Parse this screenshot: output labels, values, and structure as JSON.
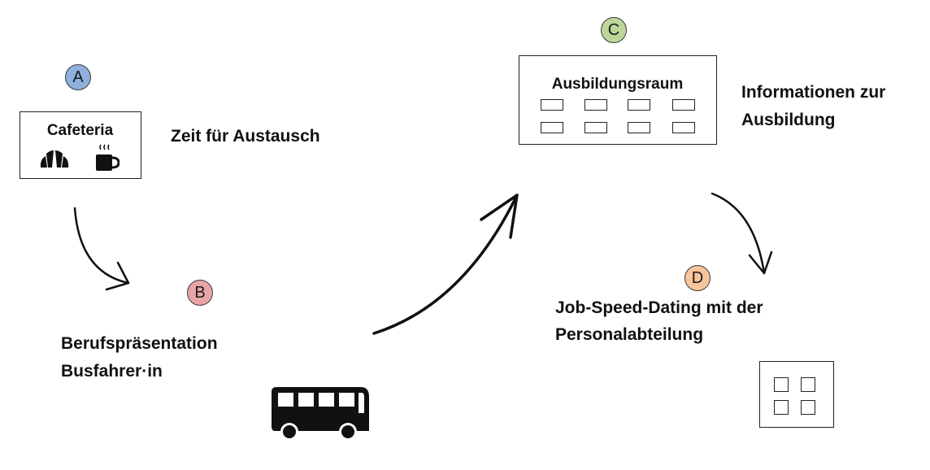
{
  "steps": {
    "a": {
      "letter": "A",
      "color": "#8fb0de"
    },
    "b": {
      "letter": "B",
      "color": "#e9a5a5"
    },
    "c": {
      "letter": "C",
      "color": "#bcd79a"
    },
    "d": {
      "letter": "D",
      "color": "#f7c79b"
    }
  },
  "cafeteria": {
    "title": "Cafeteria",
    "description": "Zeit für Austausch"
  },
  "presentation": {
    "line1": "Berufspräsentation",
    "line2": "Busfahrer·in"
  },
  "training_room": {
    "title": "Ausbildungsraum",
    "line1": "Informationen zur",
    "line2": "Ausbildung"
  },
  "speed_dating": {
    "line1": "Job-Speed-Dating mit der",
    "line2": "Personalabteilung"
  },
  "icons": [
    "croissant-icon",
    "coffee-icon",
    "bus-icon",
    "table-icon"
  ]
}
